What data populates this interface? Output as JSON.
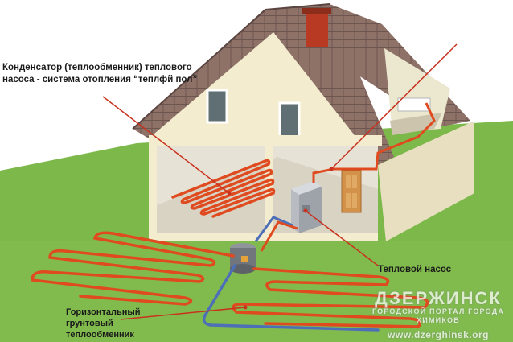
{
  "labels": {
    "condenser_line1": "Конденсатор (теплообменник) теплового",
    "condenser_line2": "насоса - система отопления “теплфй пол”",
    "heat_pump": "Тепловой насос",
    "ground_line1": "Горизонтальный",
    "ground_line2": "грунтовый",
    "ground_line3": "теплообменник"
  },
  "watermark": {
    "line1": "ДЗЕРЖИНСК",
    "line2": "ГОРОДСКОЙ ПОРТАЛ ГОРОДА ХИМИКОВ",
    "line3": "www.dzerghinsk.org"
  },
  "colors": {
    "grass": "#7db84a",
    "roof": "#8b6f66",
    "wall": "#f3eccf",
    "pipe_hot": "#e04a1f",
    "pipe_cold": "#4d6fb8",
    "floor": "#d9d3c4"
  }
}
